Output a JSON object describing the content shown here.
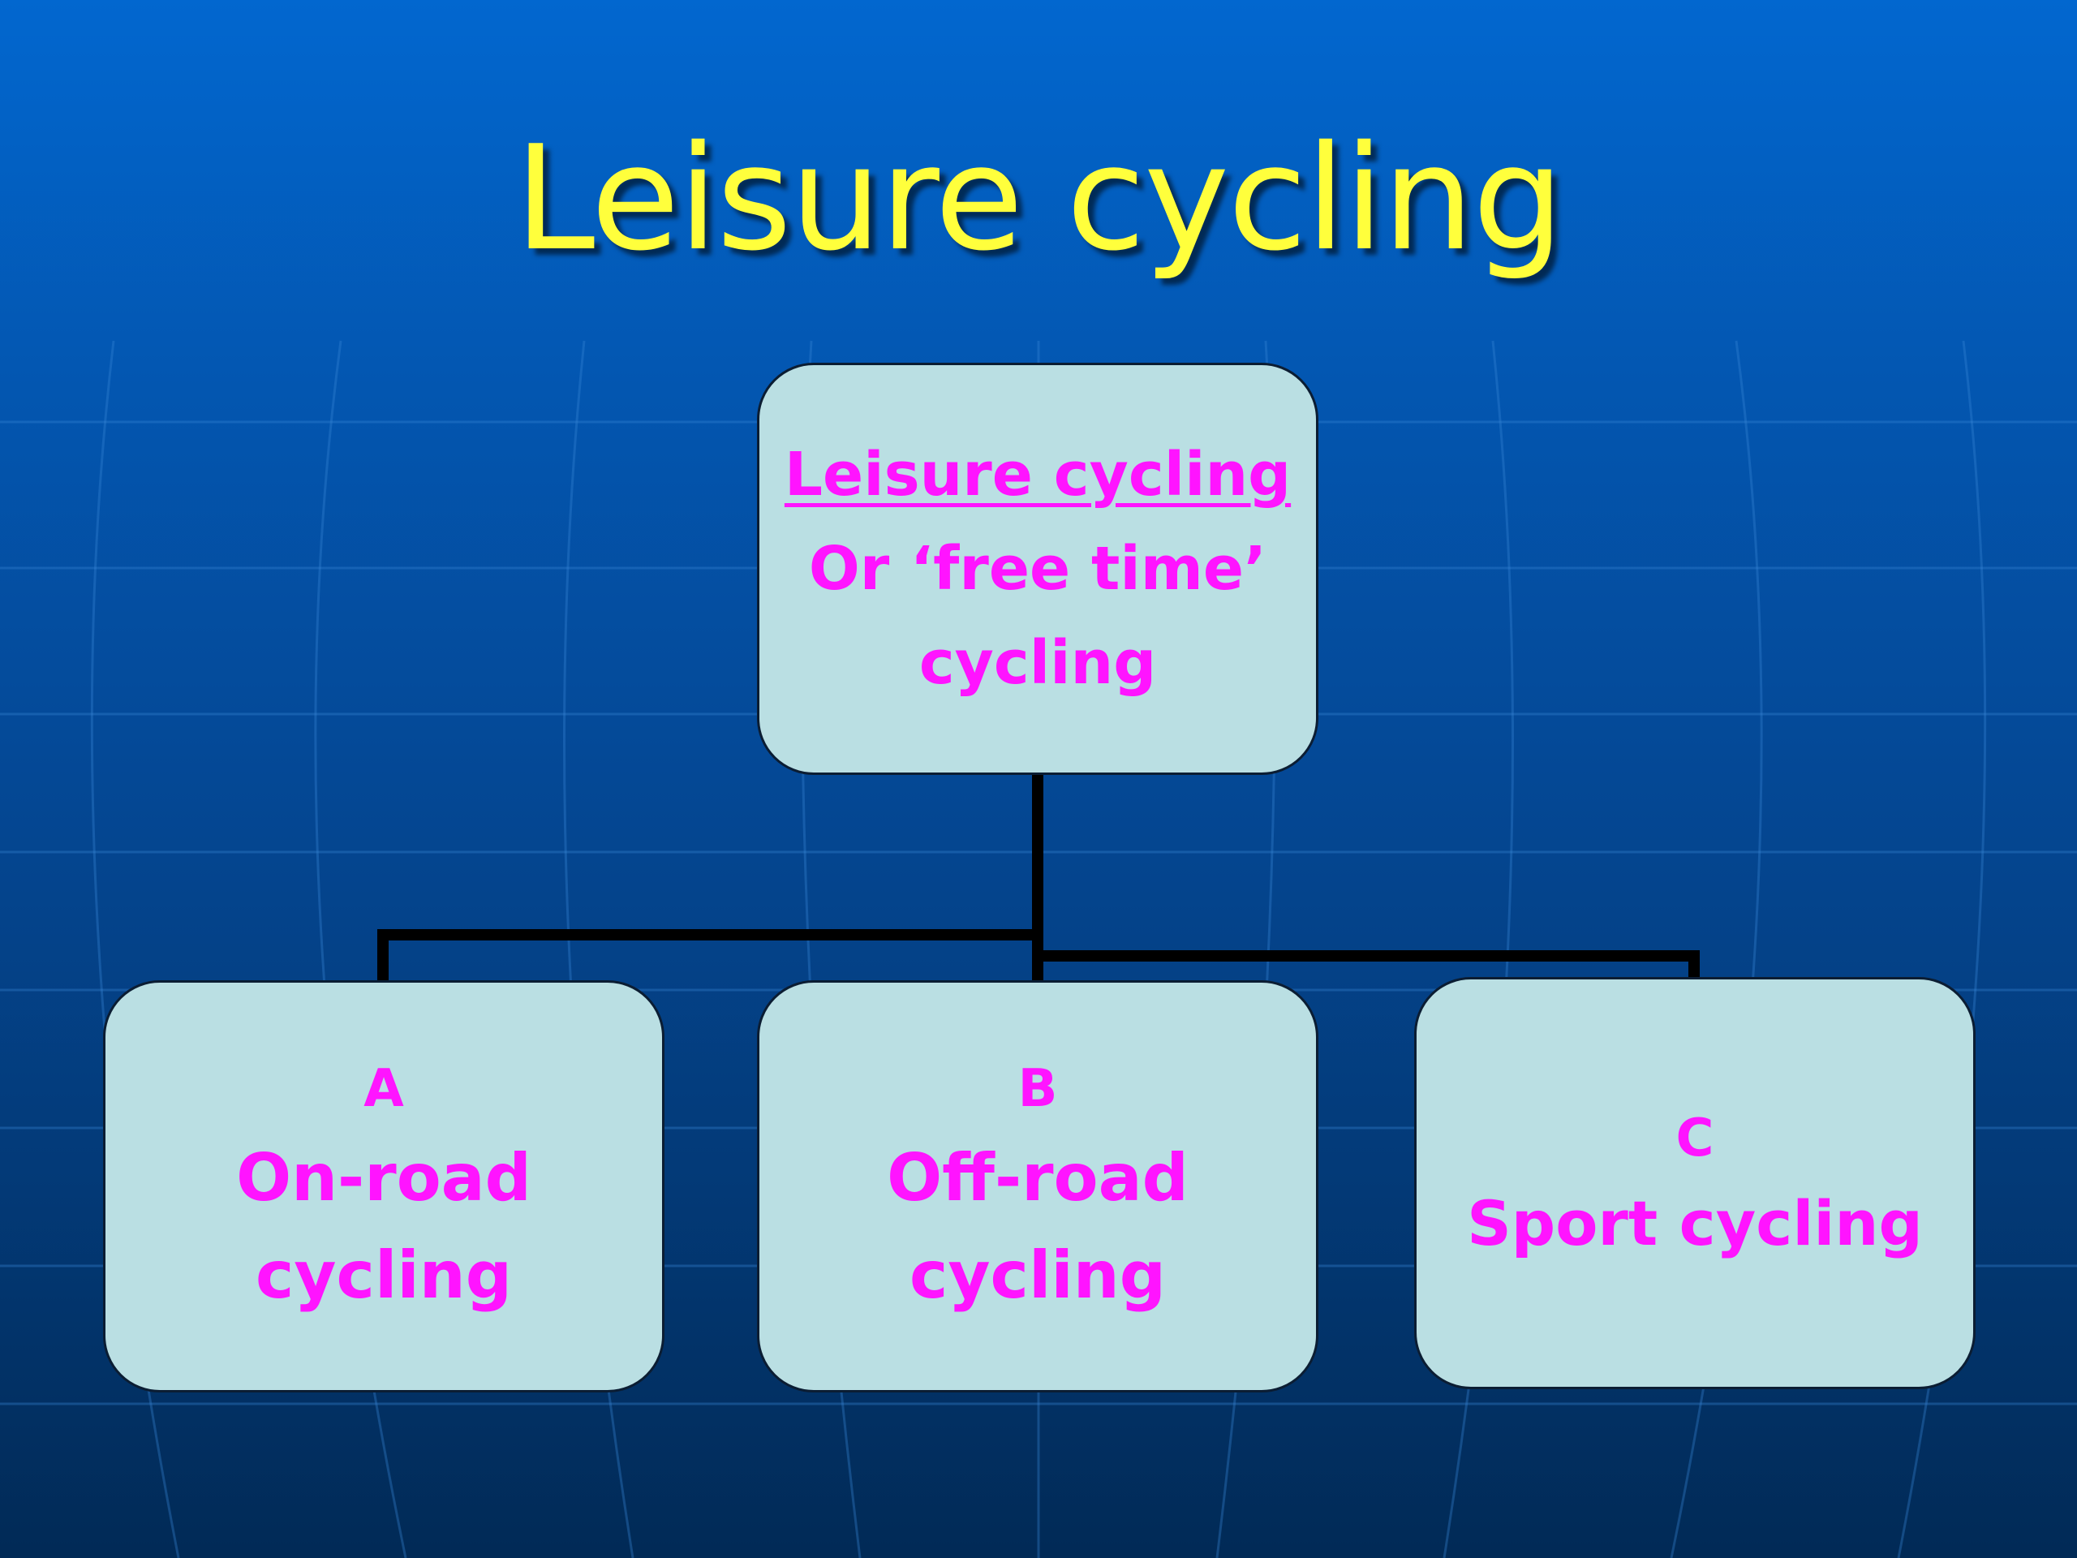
{
  "slide": {
    "title": "Leisure cycling"
  },
  "diagram": {
    "root": {
      "heading": "Leisure cycling",
      "line2": "Or ‘free time’",
      "line3": "cycling"
    },
    "children": [
      {
        "letter": "A",
        "line1": "On-road",
        "line2": "cycling"
      },
      {
        "letter": "B",
        "line1": "Off-road",
        "line2": "cycling"
      },
      {
        "letter": "C",
        "line1": "Sport cycling"
      }
    ]
  },
  "colors": {
    "title": "#ffff3c",
    "box_fill": "#badfe3",
    "box_text": "#ff14ff",
    "connector": "#000000"
  }
}
